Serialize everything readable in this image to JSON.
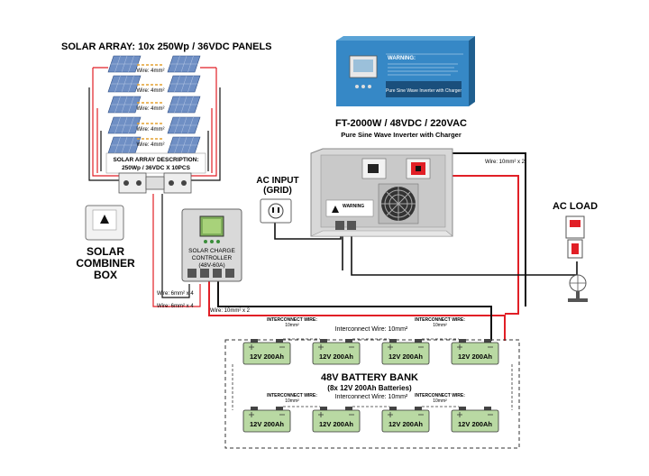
{
  "solar_array": {
    "title": "SOLAR ARRAY: 10x 250Wp / 36VDC PANELS",
    "wire_label": "Wire: 4mm²",
    "description_title": "SOLAR ARRAY DESCRIPTION:",
    "description_text": "250Wp / 36VDC X 10PCS"
  },
  "inverter": {
    "model": "FT-2000W / 48VDC / 220VAC",
    "subtitle": "Pure Sine Wave Inverter with Charger",
    "panel_label": "Pure Sine Wave Inverter with Charger",
    "warning_title": "WARNING:",
    "warning_label": "WARNING",
    "dc_wire": "Wire: 10mm² x 2"
  },
  "ac_input": {
    "line1": "AC INPUT",
    "line2": "(GRID)"
  },
  "ac_load": {
    "label": "AC LOAD"
  },
  "combiner_box": {
    "line1": "SOLAR",
    "line2": "COMBINER",
    "line3": "BOX"
  },
  "charge_controller": {
    "line1": "SOLAR CHARGE",
    "line2": "CONTROLLER",
    "line3": "(48V-60A)",
    "wire_in_1": "Wire: 6mm² x 4",
    "wire_in_2": "Wire: 6mm² x 4",
    "wire_out": "Wire: 10mm² x 2"
  },
  "battery_bank": {
    "title": "48V BATTERY BANK",
    "subtitle": "(8x 12V 200Ah Batteries)",
    "battery_label": "12V 200Ah",
    "interconnect_title": "INTERCONNECT WIRE:",
    "interconnect_size": "10mm²",
    "interconnect_inline": "Interconnect Wire: 10mm²"
  },
  "colors": {
    "positive": "#e11f26",
    "negative": "#111111",
    "battery_fill": "#b9d9a3",
    "inverter_blue": "#2a7ab8",
    "panel_blue": "#6f8fc4"
  }
}
